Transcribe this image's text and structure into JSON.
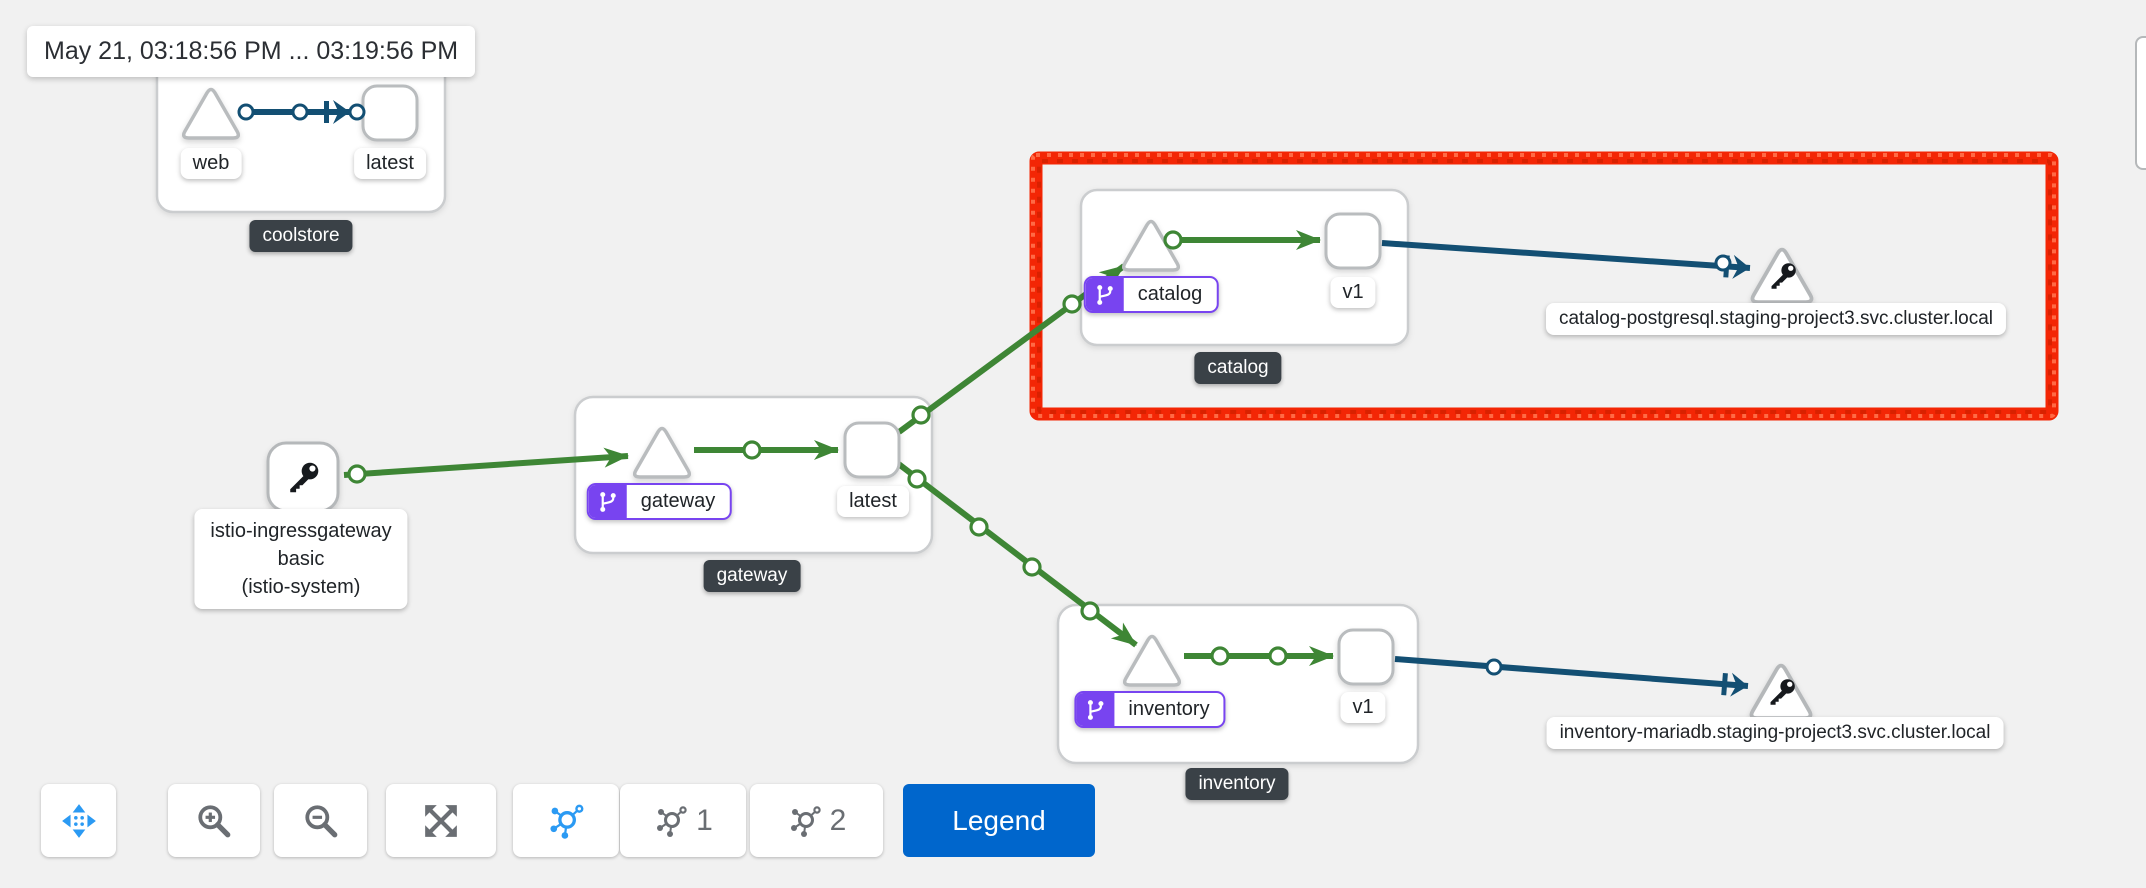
{
  "timebar": {
    "range": "May 21, 03:18:56 PM ... 03:19:56 PM"
  },
  "graph": {
    "groups": {
      "coolstore": {
        "badge": "coolstore"
      },
      "gateway": {
        "badge": "gateway"
      },
      "catalog": {
        "badge": "catalog",
        "highlighted": true
      },
      "inventory": {
        "badge": "inventory"
      }
    },
    "nodes": {
      "web": {
        "label": "web",
        "type": "workload"
      },
      "coolstore_latest": {
        "label": "latest",
        "type": "version"
      },
      "istio_ingressgateway": {
        "name": "istio-ingressgateway",
        "line2": "basic",
        "line3": "(istio-system)",
        "type": "gateway-key"
      },
      "gateway": {
        "label": "gateway",
        "type": "workload",
        "has_virtual_service": true
      },
      "gateway_latest": {
        "label": "latest",
        "type": "version"
      },
      "catalog": {
        "label": "catalog",
        "type": "workload",
        "has_virtual_service": true
      },
      "catalog_v1": {
        "label": "v1",
        "type": "version"
      },
      "catalog_db": {
        "label": "catalog-postgresql.staging-project3.svc.cluster.local",
        "type": "service-entry-key"
      },
      "inventory": {
        "label": "inventory",
        "type": "workload",
        "has_virtual_service": true
      },
      "inventory_v1": {
        "label": "v1",
        "type": "version"
      },
      "inventory_db": {
        "label": "inventory-mariadb.staging-project3.svc.cluster.local",
        "type": "service-entry-key"
      }
    }
  },
  "toolbar": {
    "legend": "Legend",
    "layout1": "1",
    "layout2": "2"
  },
  "icons": {
    "pan": "move-cross-icon",
    "zoom_in": "magnifier-plus-icon",
    "zoom_out": "magnifier-minus-icon",
    "fit": "expand-arrows-icon",
    "layout": "network-hub-icon",
    "virtual_service": "code-branch-icon",
    "key_nodes": "key-icon"
  },
  "colors": {
    "edge_healthy": "#3e8635",
    "edge_tcp": "#134f73",
    "virtual_service_purple": "#7844f0",
    "highlight_red": "#f32605",
    "badge_bg": "#3a4147",
    "legend_bg": "#0066cc",
    "toolbar_icon_gray": "#6a6e73",
    "toolbar_icon_blue": "#2b9af3",
    "canvas_bg": "#f1f1f1"
  }
}
